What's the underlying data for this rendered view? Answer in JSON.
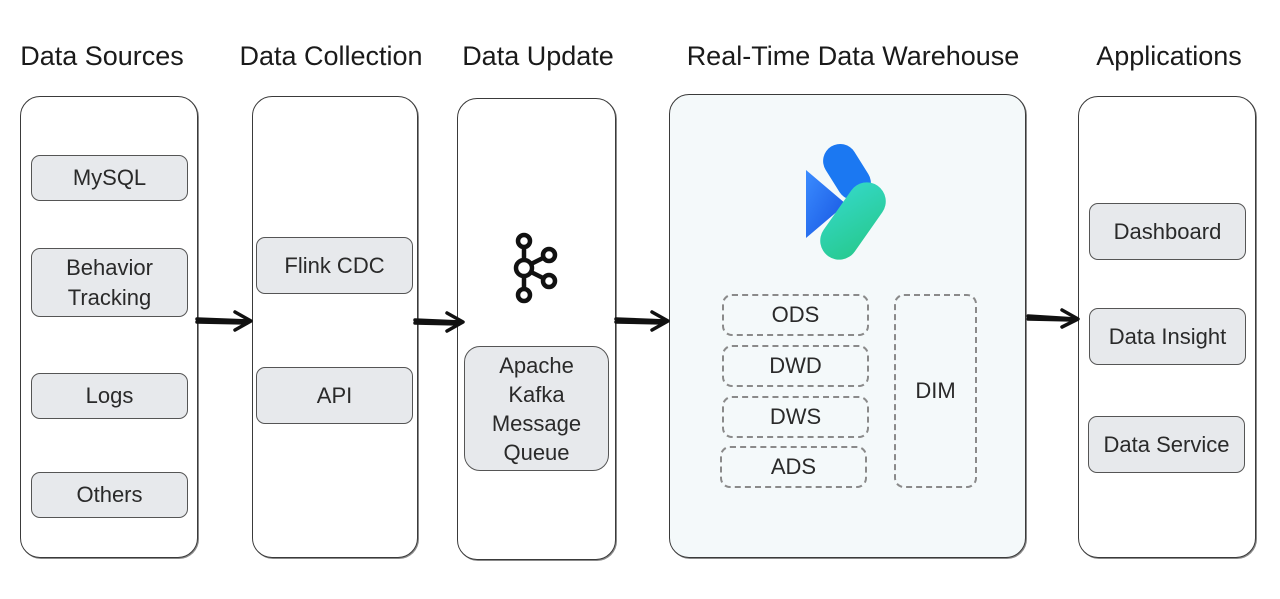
{
  "headings": {
    "sources": "Data Sources",
    "collection": "Data Collection",
    "update": "Data Update",
    "warehouse": "Real-Time Data Warehouse",
    "applications": "Applications"
  },
  "sources": {
    "items": [
      "MySQL",
      "Behavior\nTracking",
      "Logs",
      "Others"
    ]
  },
  "collection": {
    "items": [
      "Flink CDC",
      "API"
    ]
  },
  "update": {
    "icon": "kafka-logo-icon",
    "label": "Apache\nKafka\nMessage\nQueue"
  },
  "warehouse": {
    "logo": "warehouse-logo-icon",
    "layers": [
      "ODS",
      "DWD",
      "DWS",
      "ADS"
    ],
    "dim": "DIM"
  },
  "applications": {
    "items": [
      "Dashboard",
      "Data Insight",
      "Data Service"
    ]
  },
  "colors": {
    "item_fill": "#e7e9ec",
    "warehouse_fill": "#f4f9fa",
    "logo_blue": "#1a6cf0",
    "logo_green": "#2fd9a4"
  }
}
